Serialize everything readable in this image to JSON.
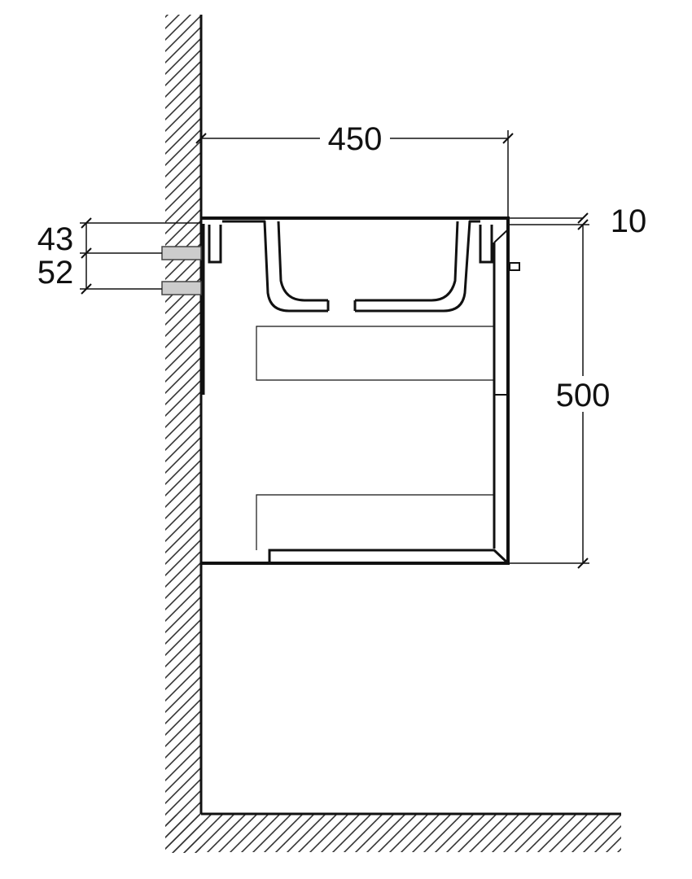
{
  "dimensions": {
    "width": "450",
    "height": "500",
    "top_thickness": "10",
    "pipe_upper": "43",
    "pipe_lower": "52"
  },
  "colors": {
    "line": "#111111",
    "hatch": "#333333",
    "pipe_fill": "#cccccc",
    "background": "#ffffff"
  }
}
